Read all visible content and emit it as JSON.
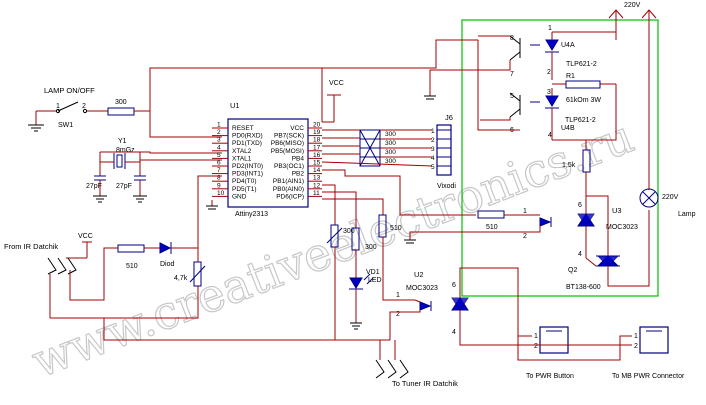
{
  "components": {
    "u1": {
      "ref": "U1",
      "part": "Attiny2313",
      "left_pins": [
        {
          "num": "1",
          "name": "RESET"
        },
        {
          "num": "2",
          "name": "PD0(RXD)"
        },
        {
          "num": "3",
          "name": "PD1(TXD)"
        },
        {
          "num": "4",
          "name": "XTAL2"
        },
        {
          "num": "5",
          "name": "XTAL1"
        },
        {
          "num": "6",
          "name": "PD2(INT0)"
        },
        {
          "num": "7",
          "name": "PD3(INT1)"
        },
        {
          "num": "8",
          "name": "PD4(T0)"
        },
        {
          "num": "9",
          "name": "PD5(T1)"
        },
        {
          "num": "10",
          "name": "GND"
        }
      ],
      "right_pins": [
        {
          "num": "20",
          "name": "VCC"
        },
        {
          "num": "19",
          "name": "PB7(SCK)"
        },
        {
          "num": "18",
          "name": "PB6(MISO)"
        },
        {
          "num": "17",
          "name": "PB5(MOSI)"
        },
        {
          "num": "16",
          "name": "PB4"
        },
        {
          "num": "15",
          "name": "PB3(OC1)"
        },
        {
          "num": "14",
          "name": "PB2"
        },
        {
          "num": "13",
          "name": "PB1(AIN1)"
        },
        {
          "num": "12",
          "name": "PB0(AIN0)"
        },
        {
          "num": "11",
          "name": "PD6(ICP)"
        }
      ]
    },
    "lamp_switch": {
      "label": "LAMP ON/OFF",
      "ref": "SW1",
      "pin1": "1",
      "pin2": "2"
    },
    "r_switch": {
      "value": "300"
    },
    "crystal": {
      "ref": "Y1",
      "value": "8mGz"
    },
    "cap1": {
      "value": "27pF"
    },
    "cap2": {
      "value": "27pF"
    },
    "vcc1": {
      "label": "VCC"
    },
    "vcc2": {
      "label": "VCC"
    },
    "j6": {
      "ref": "J6",
      "label": "Vixodi",
      "pins": [
        "1",
        "2",
        "3",
        "4",
        "5"
      ]
    },
    "isp_resistors": {
      "values": [
        "300",
        "300",
        "300",
        "300"
      ]
    },
    "u4": {
      "ref_a": "U4A",
      "ref_b": "U4B",
      "part_a": "TLP621-2",
      "part_b": "TLP621-2",
      "pins": {
        "p8": "8",
        "p7": "7",
        "p2": "2",
        "p3": "3",
        "p5": "5",
        "p6": "6",
        "p1": "1",
        "p4": "4"
      }
    },
    "r1": {
      "ref": "R1",
      "value": "61kOm 3W"
    },
    "mains": {
      "label": "220V"
    },
    "r15k": {
      "value": "1,5k"
    },
    "u3": {
      "ref": "U3",
      "part": "MOC3023",
      "pins": {
        "p1": "1",
        "p2": "2",
        "p6": "6",
        "p4": "4"
      }
    },
    "q2": {
      "ref": "Q2",
      "part": "BT138-600"
    },
    "lamp": {
      "label": "220V",
      "name": "Lamp"
    },
    "r510a": {
      "value": "510"
    },
    "r510b": {
      "value": "510"
    },
    "r510c": {
      "value": "510"
    },
    "r300v": {
      "value": "300"
    },
    "r300v2": {
      "value": "300"
    },
    "diode": {
      "label": "Diod"
    },
    "r47k": {
      "value": "4,7k"
    },
    "ir_in": {
      "label": "From IR Datchik"
    },
    "led": {
      "ref": "VD1",
      "label": "LED"
    },
    "u2": {
      "ref": "U2",
      "part": "MOC3023",
      "pins": {
        "p1": "1",
        "p2": "2",
        "p6": "6",
        "p4": "4"
      }
    },
    "conn_pwr_button": {
      "label": "To PWR Button",
      "pins": [
        "1",
        "2"
      ]
    },
    "conn_mb": {
      "label": "To MB PWR Connector",
      "pins": [
        "1",
        "2"
      ]
    },
    "ir_out": {
      "label": "To Tuner IR Datchik"
    }
  },
  "watermark": {
    "text": "www.creativeelectronics.ru",
    "color": "#9a9a9a"
  },
  "colors": {
    "wire": "#a00000",
    "component": "#000080",
    "board_outline": "#00c000",
    "led_fill": "#0000c8"
  }
}
